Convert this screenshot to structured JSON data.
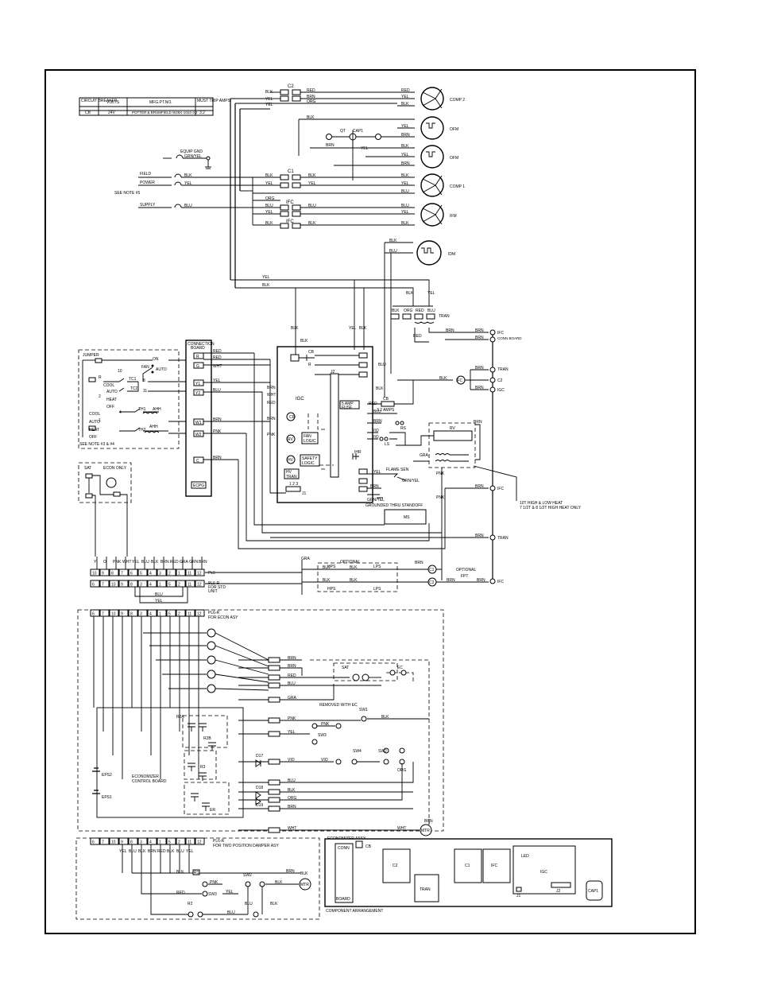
{
  "breaker_table": {
    "headers": [
      "CIRCUIT BREAKER",
      "VOLTS",
      "MFG.PT.NO.",
      "MUST TRIP AMPS"
    ],
    "row": [
      "CB",
      "24V",
      "POTTER & BRUMFIELD W28X-1024-3.2",
      "3.2"
    ]
  },
  "motors": [
    {
      "label": "COMP 2"
    },
    {
      "label": "OFM"
    },
    {
      "label": "OFM"
    },
    {
      "label": "COMP 1"
    },
    {
      "label": "IFM"
    },
    {
      "label": "IDM"
    }
  ],
  "contactors": [
    "C2",
    "C1",
    "IFC",
    "IFC"
  ],
  "wire_colors": {
    "blk": "BLK",
    "yel": "YEL",
    "red": "RED",
    "brn": "BRN",
    "blu": "BLU",
    "wht": "WHT",
    "pnk": "PNK",
    "org": "ORG",
    "gra": "GRA",
    "vio": "VIO",
    "grn_yel": "GRN/YEL"
  },
  "power": {
    "equip_gnd": "EQUIP GND",
    "field": "FIELD",
    "power": "POWER",
    "supply": "SUPPLY",
    "note5": "SEE NOTE #5"
  },
  "capacitor": {
    "label": "CAP1",
    "qt": "QT"
  },
  "tran": {
    "label": "TRAN"
  },
  "right_column": [
    "IFC",
    "CONN BOARD",
    "TRAN",
    "C2",
    "IGC",
    "IFC",
    "TRAN",
    "IFC"
  ],
  "thermostat": {
    "jumper": "JUMPER",
    "on": "ON",
    "fan": "FAN",
    "auto": "AUTO",
    "cool": "COOL",
    "heat": "HEAT",
    "off": "OFF",
    "tc1": "TC1",
    "tc2": "TC2",
    "th1": "TH1",
    "th2": "TH2",
    "ahh": "AHH",
    "ahh2": "AHH",
    "note": "SEE NOTE #3 & #4"
  },
  "connection_board": {
    "label": "CONNECTION BOARD",
    "part": "ECPG"
  },
  "econ": {
    "sat": "SAT",
    "only": "ECON ONLY"
  },
  "igc": {
    "label": "IGC",
    "cr": "CR",
    "fuse": "5 AMP FUSE",
    "cb": "CB",
    "cb_amps": "3.2 AMPS",
    "fan_logic": "FAN LOGIC",
    "safety_logic": "SAFETY LOGIC",
    "rv": "RV",
    "hv": "HV TRAN",
    "flame": "FLAME SEN",
    "gnd": "GROUNDED THRU STANDOFF",
    "ms": "MS",
    "ls": "LS",
    "rs": "RS",
    "ihr": "IHR",
    "j1": "J1",
    "j2": "J2",
    "pins": "1 2 3",
    "led": "LED"
  },
  "heat_note": "10T HIGH & LOW HEAT\n7 1/2T & 8 1/2T HIGH HEAT ONLY",
  "plug_std": {
    "header_labels": [
      "Y",
      "O",
      "PNK",
      "WHT",
      "YEL",
      "BLU",
      "BLK",
      "BRN",
      "RED",
      "GRA",
      "GRN",
      "BRN"
    ],
    "pins": [
      "10",
      "9",
      "8",
      "7",
      "6",
      "5",
      "4",
      "3",
      "2",
      "1",
      "11",
      "12"
    ],
    "pins2": [
      "6",
      "7",
      "10",
      "9",
      "8",
      "3",
      "4",
      "1",
      "5",
      "2",
      "11",
      "12"
    ],
    "name": "PL6",
    "name2": "PL6-R FOR STD UNIT"
  },
  "optional": {
    "label": "OPTIONAL",
    "hps": "HPS",
    "lps": "LPS",
    "hps2": "HPS",
    "lps2": "LPS",
    "fpt": "FPT",
    "opt2": "OPTIONAL"
  },
  "econ_assy": {
    "plug_label": "PL6-R FOR ECON ASY",
    "pins": [
      "6",
      "7",
      "10",
      "9",
      "8",
      "3",
      "4",
      "1",
      "5",
      "2",
      "11",
      "12"
    ],
    "board": "ECONOMIZER CONTROL BOARD",
    "eps1": "EPS1",
    "eps2": "EPS2",
    "sat": "SAT",
    "ec": "EC",
    "removed": "REMOVED WITH EC",
    "sw1": "SW1",
    "sw2": "SW2",
    "sw3": "SW3",
    "sw4": "SW4",
    "d17": "D17",
    "d18": "D18",
    "d19": "D19",
    "r2a": "R2A",
    "r2b": "R2B",
    "r3": "R3",
    "er": "ER",
    "footer": "ECONOMIZER ASSY",
    "mtr": "MTR"
  },
  "damper": {
    "plug_label": "PL6-R FOR TWO POSITION DAMPER ASY",
    "pins": [
      "6",
      "7",
      "10",
      "9",
      "8",
      "3",
      "4",
      "1",
      "5",
      "2",
      "11",
      "12"
    ],
    "top_wires": [
      "YEL",
      "BLU",
      "BLK",
      "BRN",
      "RED",
      "BLK",
      "BLU",
      "YEL"
    ],
    "r1": "R1",
    "r2": "R2",
    "sw2": "SW2",
    "sw3": "SW3",
    "mtr": "MTR"
  },
  "component_arrangement": {
    "title": "COMPONENT ARRANGEMENT",
    "items": [
      "CONN",
      "CB",
      "C2",
      "TRAN",
      "C1",
      "IFC",
      "IGC",
      "BOARD",
      "J1",
      "J2",
      "CAP1",
      "LED"
    ]
  }
}
